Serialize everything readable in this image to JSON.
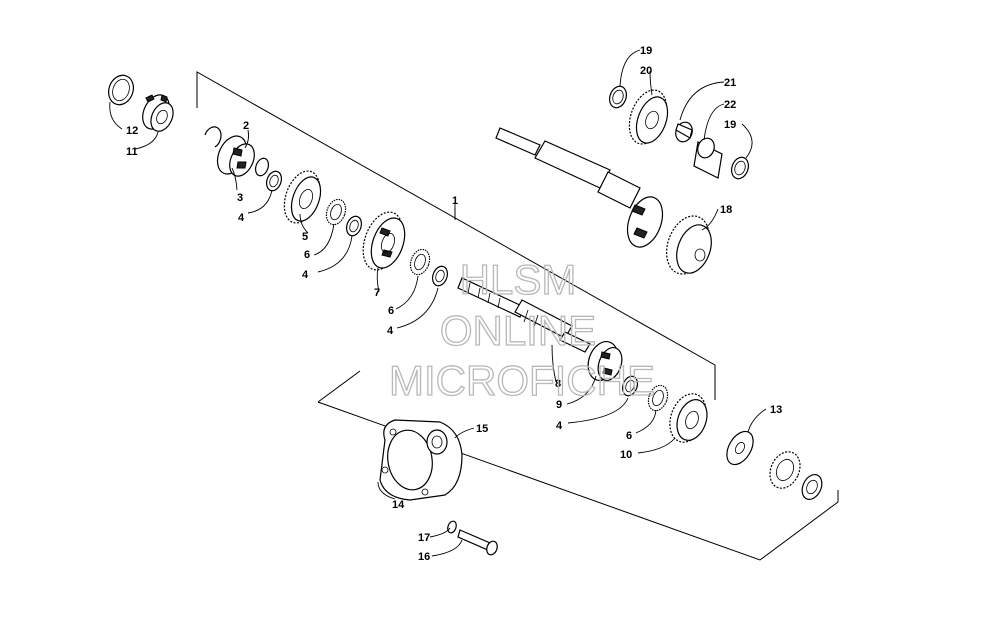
{
  "diagram": {
    "callouts": [
      {
        "id": "1",
        "text": "1"
      },
      {
        "id": "2",
        "text": "2"
      },
      {
        "id": "3",
        "text": "3"
      },
      {
        "id": "4a",
        "text": "4"
      },
      {
        "id": "4b",
        "text": "4"
      },
      {
        "id": "4c",
        "text": "4"
      },
      {
        "id": "4d",
        "text": "4"
      },
      {
        "id": "5",
        "text": "5"
      },
      {
        "id": "6a",
        "text": "6"
      },
      {
        "id": "6b",
        "text": "6"
      },
      {
        "id": "6c",
        "text": "6"
      },
      {
        "id": "7",
        "text": "7"
      },
      {
        "id": "8",
        "text": "8"
      },
      {
        "id": "9",
        "text": "9"
      },
      {
        "id": "10",
        "text": "10"
      },
      {
        "id": "11",
        "text": "11"
      },
      {
        "id": "12",
        "text": "12"
      },
      {
        "id": "13",
        "text": "13"
      },
      {
        "id": "14",
        "text": "14"
      },
      {
        "id": "15",
        "text": "15"
      },
      {
        "id": "16",
        "text": "16"
      },
      {
        "id": "17",
        "text": "17"
      },
      {
        "id": "18",
        "text": "18"
      },
      {
        "id": "19a",
        "text": "19"
      },
      {
        "id": "19b",
        "text": "19"
      },
      {
        "id": "20",
        "text": "20"
      },
      {
        "id": "21",
        "text": "21"
      },
      {
        "id": "22",
        "text": "22"
      }
    ],
    "watermark": {
      "line1": "HLSM",
      "line2": "ONLINE",
      "line3": "MICROFICHE"
    }
  }
}
